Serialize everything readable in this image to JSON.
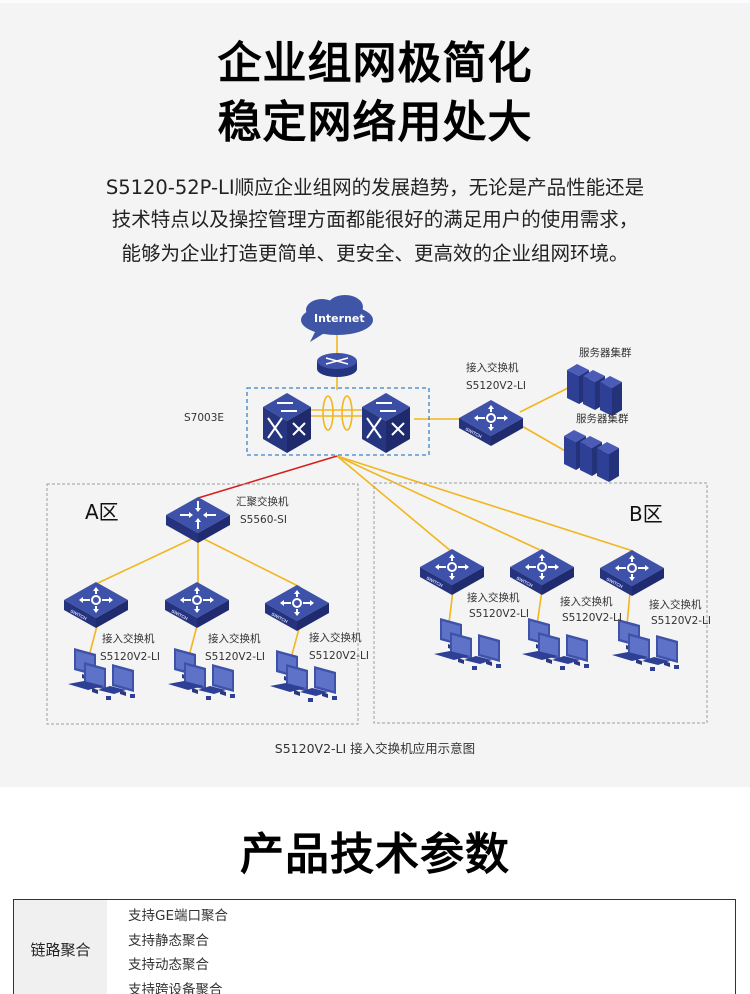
{
  "hero": {
    "title_lines": [
      "企业组网极简化",
      "稳定网络用处大"
    ],
    "description_lines": [
      "S5120-52P-LI顺应企业组网的发展趋势，无论是产品性能还是",
      "技术特点以及操控管理方面都能很好的满足用户的使用需求，",
      "能够为企业打造更简单、更安全、更高效的企业组网环境。"
    ]
  },
  "diagram": {
    "internet_label": "Internet",
    "core_label": "S7003E",
    "server_access": {
      "role": "接入交换机",
      "model": "S5120V2-LI"
    },
    "server_clusters": [
      "服务器集群",
      "服务器集群"
    ],
    "zone_a": {
      "label": "A区",
      "aggregation": {
        "role": "汇聚交换机",
        "model": "S5560-SI"
      },
      "access": [
        {
          "role": "接入交换机",
          "model": "S5120V2-LI"
        },
        {
          "role": "接入交换机",
          "model": "S5120V2-LI"
        },
        {
          "role": "接入交换机",
          "model": "S5120V2-LI"
        }
      ]
    },
    "zone_b": {
      "label": "B区",
      "access": [
        {
          "role": "接入交换机",
          "model": "S5120V2-LI"
        },
        {
          "role": "接入交换机",
          "model": "S5120V2-LI"
        },
        {
          "role": "接入交换机",
          "model": "S5120V2-LI"
        }
      ]
    },
    "switch_text": "SWITCH",
    "caption": "S5120V2-LI 接入交换机应用示意图",
    "colors": {
      "device_blue": "#2e3d8f",
      "device_top": "#3d4fa8",
      "link_yellow": "#f2b61e",
      "link_red": "#d81e1e",
      "cloud": "#3f55a6",
      "dash_blue": "#3a84c6",
      "dash_grey": "#9aa0a6"
    }
  },
  "specs": {
    "title": "产品技术参数",
    "rows": [
      {
        "key": "链路聚合",
        "values": [
          "支持GE端口聚合",
          "支持静态聚合",
          "支持动态聚合",
          "支持跨设备聚合"
        ]
      }
    ]
  }
}
